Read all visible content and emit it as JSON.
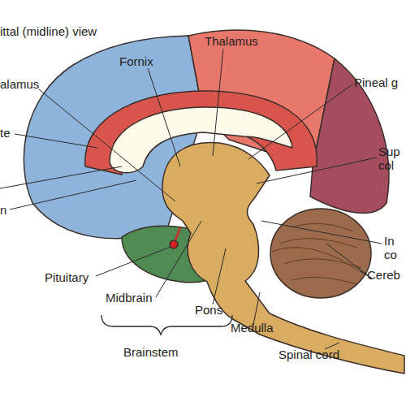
{
  "diagram": {
    "title": "ittal (midline) view",
    "labels": [
      "Thalamus",
      "Fornix",
      "alamus",
      "Pineal g",
      "te",
      "Sup col",
      "n",
      "In co",
      "Pituitary",
      "Cereb",
      "Midbrain",
      "Pons",
      "Medulla",
      "Brainstem",
      "Spinal cord"
    ]
  }
}
